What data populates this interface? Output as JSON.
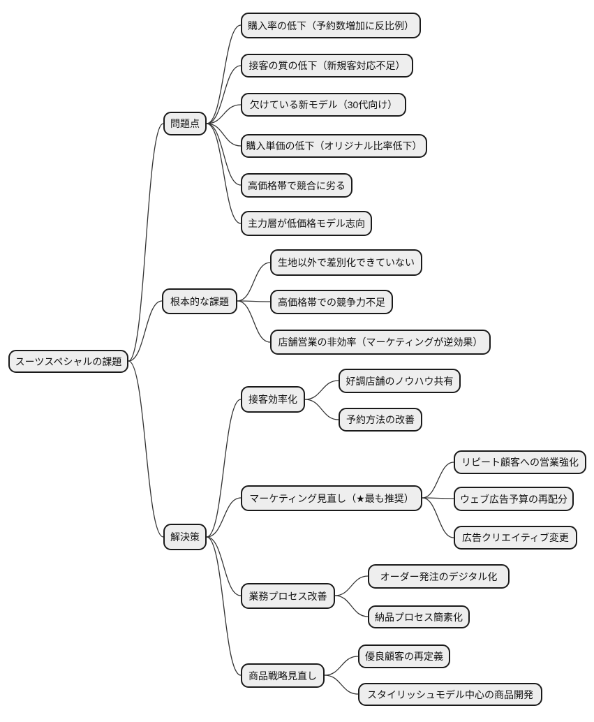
{
  "diagram": {
    "type": "mindmap",
    "colors": {
      "background": "#ffffff",
      "node_fill": "#eeeeee",
      "node_border": "#1a1a1a",
      "edge": "#333333",
      "text": "#111111"
    },
    "root": {
      "label": "スーツスペシャルの課題"
    },
    "branches": [
      {
        "label": "問題点",
        "children": [
          {
            "label": "購入率の低下（予約数増加に反比例）"
          },
          {
            "label": "接客の質の低下（新規客対応不足）"
          },
          {
            "label": "欠けている新モデル（30代向け）"
          },
          {
            "label": "購入単価の低下（オリジナル比率低下）"
          },
          {
            "label": "高価格帯で競合に劣る"
          },
          {
            "label": "主力層が低価格モデル志向"
          }
        ]
      },
      {
        "label": "根本的な課題",
        "children": [
          {
            "label": "生地以外で差別化できていない"
          },
          {
            "label": "高価格帯での競争力不足"
          },
          {
            "label": "店舗営業の非効率（マーケティングが逆効果）"
          }
        ]
      },
      {
        "label": "解決策",
        "children": [
          {
            "label": "接客効率化",
            "children": [
              {
                "label": "好調店舗のノウハウ共有"
              },
              {
                "label": "予約方法の改善"
              }
            ]
          },
          {
            "label": "マーケティング見直し（★最も推奨）",
            "children": [
              {
                "label": "リピート顧客への営業強化"
              },
              {
                "label": "ウェブ広告予算の再配分"
              },
              {
                "label": "広告クリエイティブ変更"
              }
            ]
          },
          {
            "label": "業務プロセス改善",
            "children": [
              {
                "label": "オーダー発注のデジタル化"
              },
              {
                "label": "納品プロセス簡素化"
              }
            ]
          },
          {
            "label": "商品戦略見直し",
            "children": [
              {
                "label": "優良顧客の再定義"
              },
              {
                "label": "スタイリッシュモデル中心の商品開発"
              }
            ]
          }
        ]
      }
    ]
  }
}
